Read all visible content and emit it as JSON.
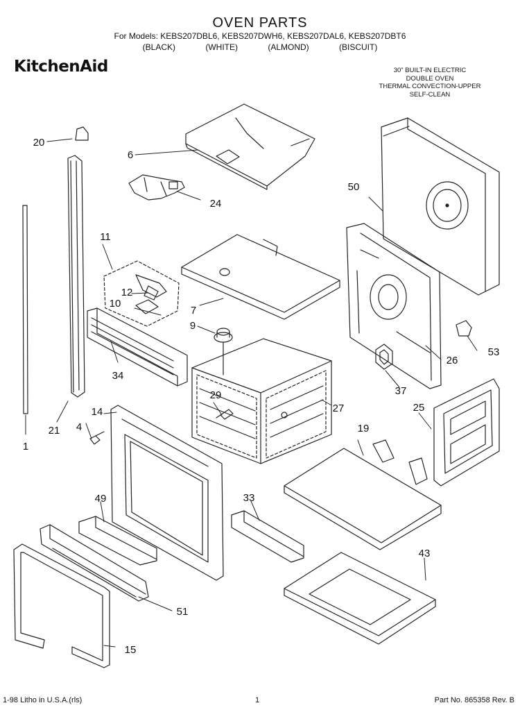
{
  "header": {
    "title": "OVEN PARTS",
    "models": "For Models: KEBS207DBL6, KEBS207DWH6, KEBS207DAL6, KEBS207DBT6",
    "colors": [
      "(BLACK)",
      "(WHITE)",
      "(ALMOND)",
      "(BISCUIT)"
    ],
    "brand": "KitchenAid",
    "description": [
      "30\" BUILT-IN ELECTRIC",
      "DOUBLE OVEN",
      "THERMAL CONVECTION-UPPER",
      "SELF-CLEAN"
    ]
  },
  "callouts": [
    "1",
    "4",
    "6",
    "7",
    "9",
    "10",
    "11",
    "12",
    "14",
    "15",
    "19",
    "20",
    "21",
    "24",
    "25",
    "26",
    "27",
    "29",
    "33",
    "34",
    "37",
    "43",
    "49",
    "50",
    "51",
    "53"
  ],
  "footer": {
    "left": "1-98 Litho in U.S.A.(rls)",
    "page": "1",
    "right": "Part No. 865358 Rev. B"
  }
}
